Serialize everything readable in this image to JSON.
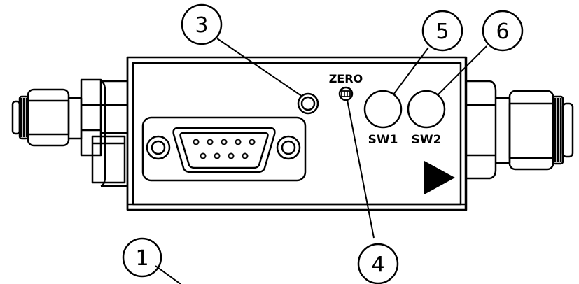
{
  "labels": {
    "zero": "ZERO",
    "sw1": "SW1",
    "sw2": "SW2"
  },
  "callouts": {
    "c1": "1",
    "c3": "3",
    "c4": "4",
    "c5": "5",
    "c6": "6"
  },
  "colors": {
    "ink": "#000000",
    "paper": "#ffffff"
  }
}
